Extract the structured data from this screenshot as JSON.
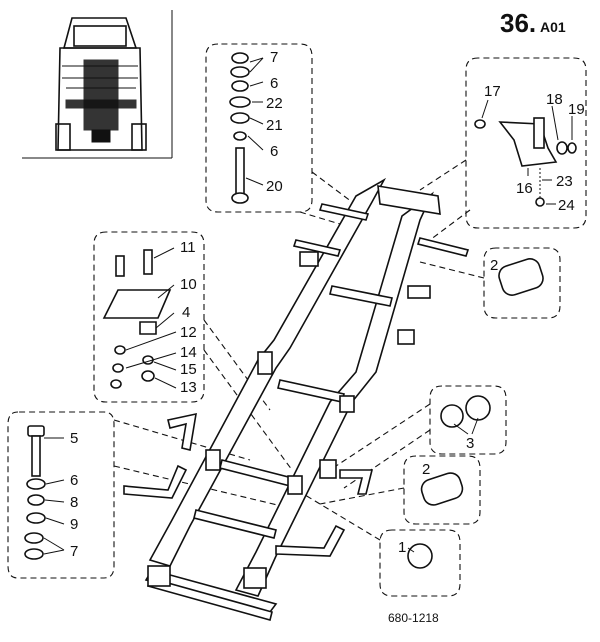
{
  "page": {
    "section_number": "36.",
    "section_suffix": "A01",
    "figure_code": "680-1218"
  },
  "callouts": {
    "top_center": [
      "7",
      "6",
      "22",
      "21",
      "6",
      "20"
    ],
    "top_right": [
      "17",
      "18",
      "19",
      "23",
      "16",
      "24"
    ],
    "left_upper": [
      "11",
      "10",
      "4",
      "12",
      "14",
      "15",
      "13"
    ],
    "left_lower": [
      "5",
      "6",
      "8",
      "9",
      "7"
    ],
    "right_side": [
      "2",
      "2",
      "3",
      "1"
    ]
  }
}
